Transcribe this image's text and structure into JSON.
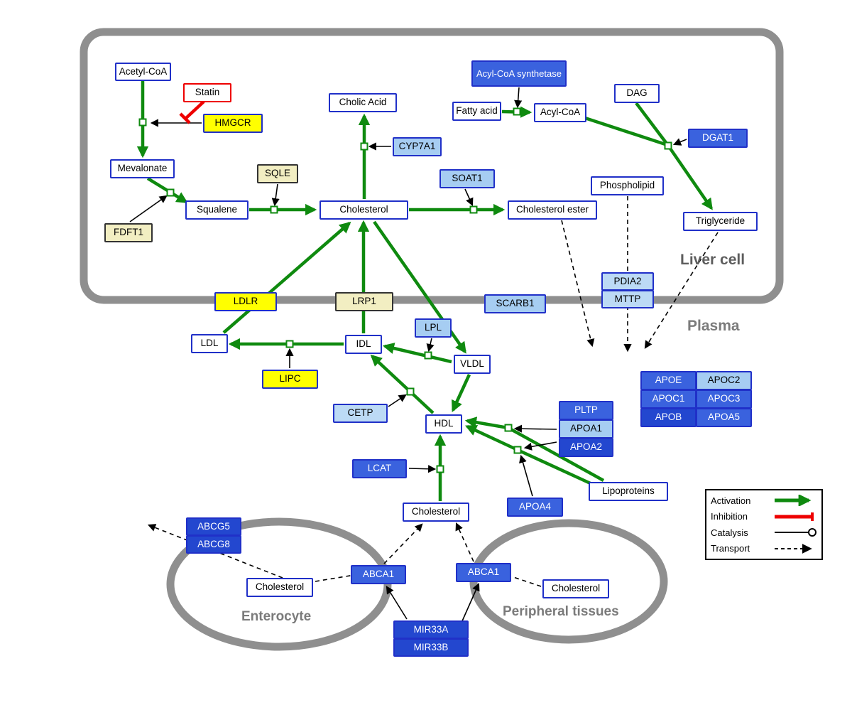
{
  "regions": {
    "liver": {
      "label": "Liver cell"
    },
    "plasma": {
      "label": "Plasma"
    },
    "enterocyte": {
      "label": "Enterocyte"
    },
    "peripheral": {
      "label": "Peripheral tissues"
    }
  },
  "legend": {
    "items": [
      {
        "label": "Activation",
        "type": "activation-arrow"
      },
      {
        "label": "Inhibition",
        "type": "inhibition-tbar"
      },
      {
        "label": "Catalysis",
        "type": "catalysis-circle"
      },
      {
        "label": "Transport",
        "type": "transport-dashed-arrow"
      }
    ]
  },
  "colors": {
    "activation_green": "#0f8a0f",
    "inhibition_red": "#ee0000",
    "node_border_blue": "#2030c8",
    "gene_yellow": "#ffff00",
    "gene_pale_yellow": "#f2eec2",
    "gene_light_blue": "#a6cdf2",
    "gene_blue": "#3a62de",
    "gene_dark_blue": "#2347cf",
    "compartment_gray": "#8f8f8f"
  },
  "nodes": {
    "acetyl_coa": {
      "label": "Acetyl-CoA"
    },
    "statin": {
      "label": "Statin"
    },
    "hmgcr": {
      "label": "HMGCR"
    },
    "mevalonate": {
      "label": "Mevalonate"
    },
    "fdft1": {
      "label": "FDFT1"
    },
    "squalene": {
      "label": "Squalene"
    },
    "sqle": {
      "label": "SQLE"
    },
    "cholesterol_liver": {
      "label": "Cholesterol"
    },
    "cholic_acid": {
      "label": "Cholic Acid"
    },
    "cyp7a1": {
      "label": "CYP7A1"
    },
    "soat1": {
      "label": "SOAT1"
    },
    "cholesterol_ester": {
      "label": "Cholesterol ester"
    },
    "acyl_coa_synthetase": {
      "label": "Acyl-CoA synthetase"
    },
    "fatty_acid": {
      "label": "Fatty acid"
    },
    "acyl_coa": {
      "label": "Acyl-CoA"
    },
    "dag": {
      "label": "DAG"
    },
    "dgat1": {
      "label": "DGAT1"
    },
    "phospholipid": {
      "label": "Phospholipid"
    },
    "triglyceride": {
      "label": "Triglyceride"
    },
    "ldlr": {
      "label": "LDLR"
    },
    "lrp1": {
      "label": "LRP1"
    },
    "scarb1": {
      "label": "SCARB1"
    },
    "pdia2": {
      "label": "PDIA2"
    },
    "mttp": {
      "label": "MTTP"
    },
    "ldl": {
      "label": "LDL"
    },
    "idl": {
      "label": "IDL"
    },
    "lpl": {
      "label": "LPL"
    },
    "vldl": {
      "label": "VLDL"
    },
    "lipc": {
      "label": "LIPC"
    },
    "cetp": {
      "label": "CETP"
    },
    "hdl": {
      "label": "HDL"
    },
    "pltp": {
      "label": "PLTP"
    },
    "apoa1": {
      "label": "APOA1"
    },
    "apoa2": {
      "label": "APOA2"
    },
    "apoe": {
      "label": "APOE"
    },
    "apoc2": {
      "label": "APOC2"
    },
    "apoc1": {
      "label": "APOC1"
    },
    "apoc3": {
      "label": "APOC3"
    },
    "apob": {
      "label": "APOB"
    },
    "apoa5": {
      "label": "APOA5"
    },
    "lcat": {
      "label": "LCAT"
    },
    "apoa4": {
      "label": "APOA4"
    },
    "lipoproteins": {
      "label": "Lipoproteins"
    },
    "cholesterol_plasma": {
      "label": "Cholesterol"
    },
    "abcg5": {
      "label": "ABCG5"
    },
    "abcg8": {
      "label": "ABCG8"
    },
    "cholesterol_enterocyte": {
      "label": "Cholesterol"
    },
    "abca1_enterocyte": {
      "label": "ABCA1"
    },
    "abca1_peripheral": {
      "label": "ABCA1"
    },
    "cholesterol_peripheral": {
      "label": "Cholesterol"
    },
    "mir33a": {
      "label": "MIR33A"
    },
    "mir33b": {
      "label": "MIR33B"
    }
  }
}
